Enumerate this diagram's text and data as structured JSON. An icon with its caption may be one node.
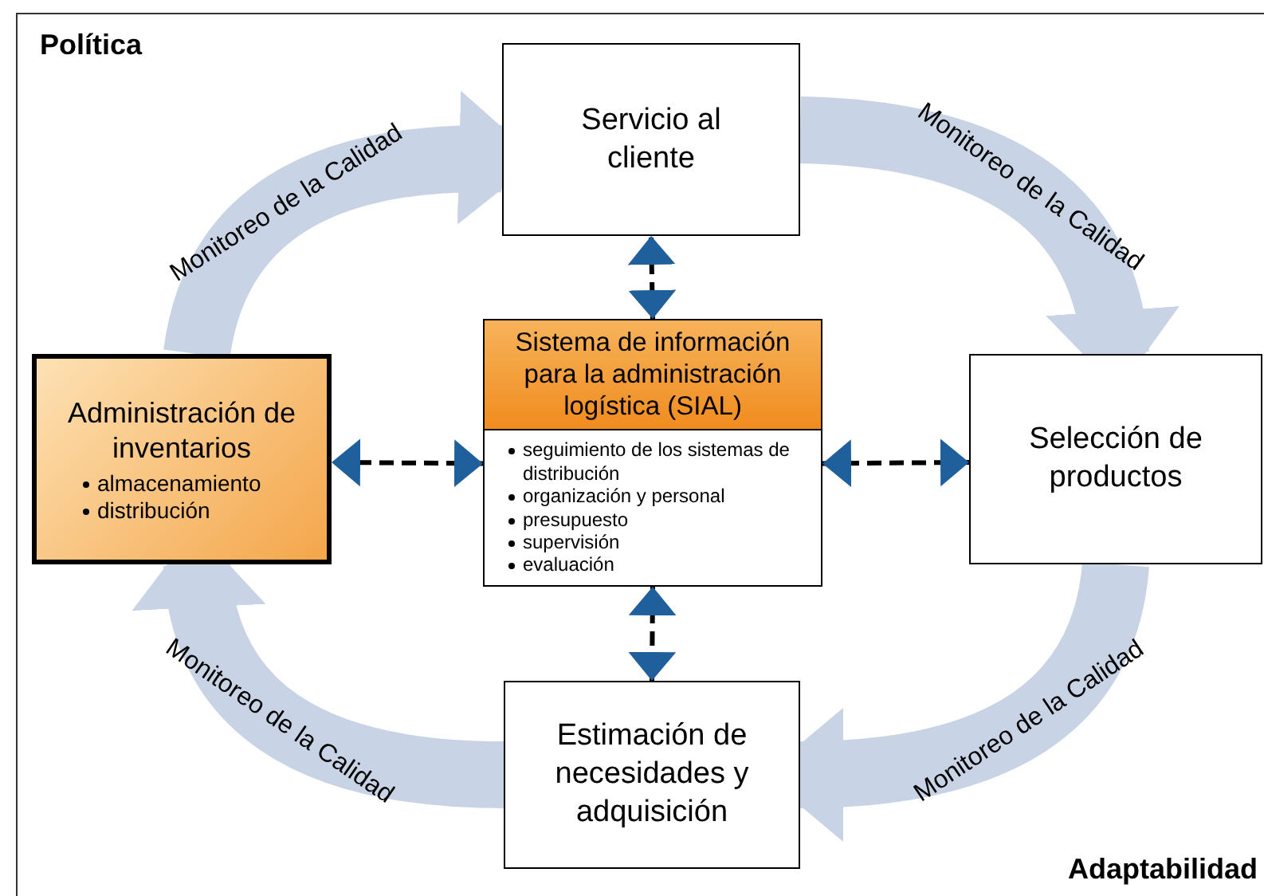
{
  "diagram": {
    "nodes": [
      {
        "text": [
          "Servicio al cliente"
        ]
      },
      {
        "text": [
          "Administración de inventarios",
          "almacenamiento",
          "distribución"
        ]
      },
      {
        "text": [
          "Sistema de información para la administración logística (SIAL)",
          "seguimiento de los sistemas de distribución",
          "organización y personal",
          "presupuesto",
          "supervisión",
          "evaluación"
        ]
      },
      {
        "text": [
          "Selección de productos"
        ]
      },
      {
        "text": [
          "Estimación de necesidades y adquisición"
        ]
      }
    ],
    "edges": [
      {
        "from": 1,
        "to": 0,
        "arrow": "to",
        "label": "Monitoreo de la Calidad",
        "style": "thick",
        "color": "#c8d4e6"
      },
      {
        "from": 0,
        "to": 3,
        "arrow": "to",
        "label": "Monitoreo de la Calidad",
        "style": "thick",
        "color": "#c8d4e6"
      },
      {
        "from": 3,
        "to": 4,
        "arrow": "to",
        "label": "Monitoreo de la Calidad",
        "style": "thick",
        "color": "#c8d4e6"
      },
      {
        "from": 4,
        "to": 1,
        "arrow": "to",
        "label": "Monitoreo de la Calidad",
        "style": "thick",
        "color": "#c8d4e6"
      },
      {
        "from": 2,
        "to": 0,
        "arrow": "both",
        "style": "dashed",
        "color": "#000000"
      },
      {
        "from": 2,
        "to": 1,
        "arrow": "both",
        "style": "dashed",
        "color": "#000000"
      },
      {
        "from": 2,
        "to": 3,
        "arrow": "both",
        "style": "dashed",
        "color": "#000000"
      },
      {
        "from": 2,
        "to": 4,
        "arrow": "both",
        "style": "dashed",
        "color": "#000000"
      }
    ],
    "labels": [
      "Política",
      "Adaptabilidad"
    ]
  }
}
